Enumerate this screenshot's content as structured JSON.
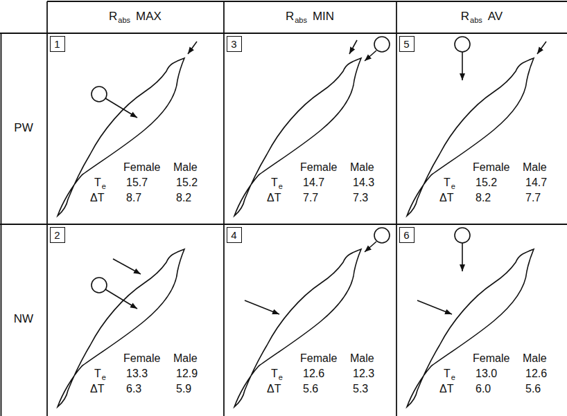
{
  "diagram": {
    "nodes": [
      {
        "text": [
          "Female",
          "Male",
          "T",
          "e",
          "15.7",
          "15.2",
          "ΔT",
          "8.7",
          "8.2"
        ]
      },
      {
        "text": [
          "1"
        ],
        "in": 0
      },
      {
        "text": [
          "Female",
          "Male",
          "T",
          "e",
          "14.7",
          "14.3",
          "ΔT",
          "7.7",
          "7.3"
        ]
      },
      {
        "text": [
          "3"
        ],
        "in": 2
      },
      {
        "text": [
          "Female",
          "Male",
          "T",
          "e",
          "15.2",
          "14.7",
          "ΔT",
          "8.2",
          "7.7"
        ]
      },
      {
        "text": [
          "5"
        ],
        "in": 4
      },
      {
        "text": [
          "Female",
          "Male",
          "T",
          "e",
          "13.3",
          "12.9",
          "ΔT",
          "6.3",
          "5.9"
        ]
      },
      {
        "text": [
          "2"
        ],
        "in": 6
      },
      {
        "text": [
          "Female",
          "Male",
          "T",
          "e",
          "12.6",
          "12.3",
          "ΔT",
          "5.6",
          "5.3"
        ]
      },
      {
        "text": [
          "4"
        ],
        "in": 8
      },
      {
        "text": [
          "Female",
          "Male",
          "T",
          "e",
          "13.0",
          "12.6",
          "ΔT",
          "6.0",
          "5.6"
        ]
      },
      {
        "text": [
          "6"
        ],
        "in": 10
      }
    ],
    "labels": [
      "R",
      "abs",
      "MAX",
      "R",
      "abs",
      "MIN",
      "R",
      "abs",
      "AV",
      "PW",
      "NW"
    ]
  }
}
